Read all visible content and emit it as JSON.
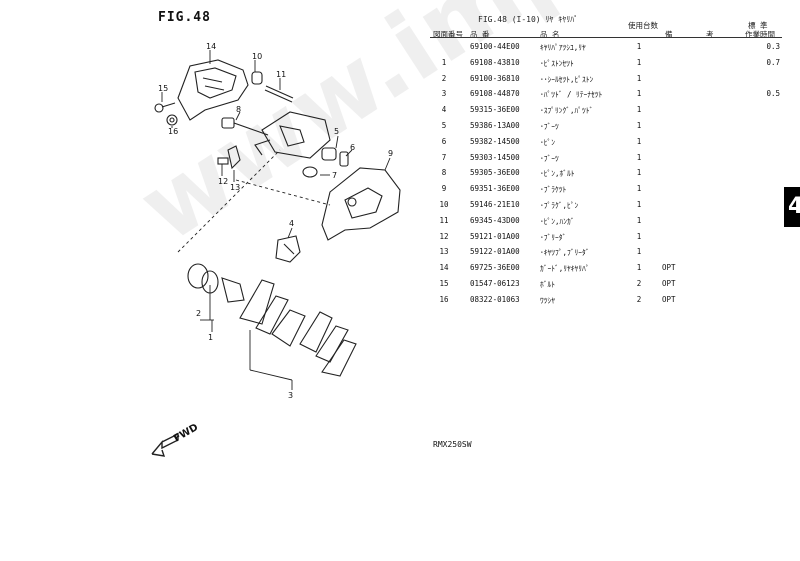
{
  "figure": {
    "title": "FIG.48"
  },
  "table": {
    "fig_label": "FIG.48  (I-10)  ﾘﾔ ｷﾔﾘﾊﾟ",
    "head_note_mid": "使用台数",
    "head_note_right": "標 準",
    "col_headers": {
      "no": "図面番号",
      "part": "品    番",
      "desc": "品                名",
      "remark1": "備",
      "remark2": "考",
      "note": "作業時間"
    },
    "rows": [
      {
        "no": "",
        "part": "69100-44E00",
        "desc": "ｷﾔﾘﾊﾟｱﾂｼﾕ,ﾘﾔ",
        "qty": "1",
        "remark": "",
        "note": "0.3"
      },
      {
        "no": "1",
        "part": "69108-43810",
        "desc": "･ﾋﾟｽﾄﾝｾﾂﾄ",
        "qty": "1",
        "remark": "",
        "note": "0.7"
      },
      {
        "no": "2",
        "part": "69100-36810",
        "desc": "･･ｼｰﾙｾﾂﾄ,ﾋﾟｽﾄﾝ",
        "qty": "1",
        "remark": "",
        "note": ""
      },
      {
        "no": "3",
        "part": "69108-44870",
        "desc": "･ﾊﾟﾂﾄﾞ / ﾘﾃｰﾅｾﾂﾄ",
        "qty": "1",
        "remark": "",
        "note": "0.5"
      },
      {
        "no": "4",
        "part": "59315-36E00",
        "desc": "･ｽﾌﾟﾘﾝｸﾞ,ﾊﾟﾂﾄﾞ",
        "qty": "1",
        "remark": "",
        "note": ""
      },
      {
        "no": "5",
        "part": "59386-13A00",
        "desc": "･ﾌﾞｰﾂ",
        "qty": "1",
        "remark": "",
        "note": ""
      },
      {
        "no": "6",
        "part": "59382-14500",
        "desc": "･ﾋﾟﾝ",
        "qty": "1",
        "remark": "",
        "note": ""
      },
      {
        "no": "7",
        "part": "59303-14500",
        "desc": "･ﾌﾞｰﾂ",
        "qty": "1",
        "remark": "",
        "note": ""
      },
      {
        "no": "8",
        "part": "59305-36E00",
        "desc": "･ﾋﾟﾝ,ﾎﾞﾙﾄ",
        "qty": "1",
        "remark": "",
        "note": ""
      },
      {
        "no": "9",
        "part": "69351-36E00",
        "desc": "･ﾌﾞﾗｹﾂﾄ",
        "qty": "1",
        "remark": "",
        "note": ""
      },
      {
        "no": "10",
        "part": "59146-21E10",
        "desc": "･ﾌﾟﾗｸﾞ,ﾋﾟﾝ",
        "qty": "1",
        "remark": "",
        "note": ""
      },
      {
        "no": "11",
        "part": "69345-43D00",
        "desc": "･ﾋﾟﾝ,ﾊﾝｶﾞ",
        "qty": "1",
        "remark": "",
        "note": ""
      },
      {
        "no": "12",
        "part": "59121-01A00",
        "desc": "･ﾌﾞﾘｰﾀﾞ",
        "qty": "1",
        "remark": "",
        "note": ""
      },
      {
        "no": "13",
        "part": "59122-01A00",
        "desc": "･ｷﾔﾂﾌﾟ,ﾌﾞﾘｰﾀﾞ",
        "qty": "1",
        "remark": "",
        "note": ""
      },
      {
        "no": "14",
        "part": "69725-36E00",
        "desc": "ｶﾞｰﾄﾞ,ﾘﾔｷﾔﾘﾊﾟ",
        "qty": "1",
        "remark": "OPT",
        "note": ""
      },
      {
        "no": "15",
        "part": "01547-06123",
        "desc": "ﾎﾞﾙﾄ",
        "qty": "2",
        "remark": "OPT",
        "note": ""
      },
      {
        "no": "16",
        "part": "08322-01063",
        "desc": "ﾜﾂｼﾔ",
        "qty": "2",
        "remark": "OPT",
        "note": ""
      }
    ]
  },
  "callouts": [
    "14",
    "10",
    "11",
    "15",
    "16",
    "8",
    "5",
    "6",
    "7",
    "12",
    "13",
    "9",
    "4",
    "2",
    "1",
    "3"
  ],
  "model": "RMX250SW",
  "section_tab": "4",
  "fwd_label": "FWD",
  "watermark": "www.impex-jp.com"
}
